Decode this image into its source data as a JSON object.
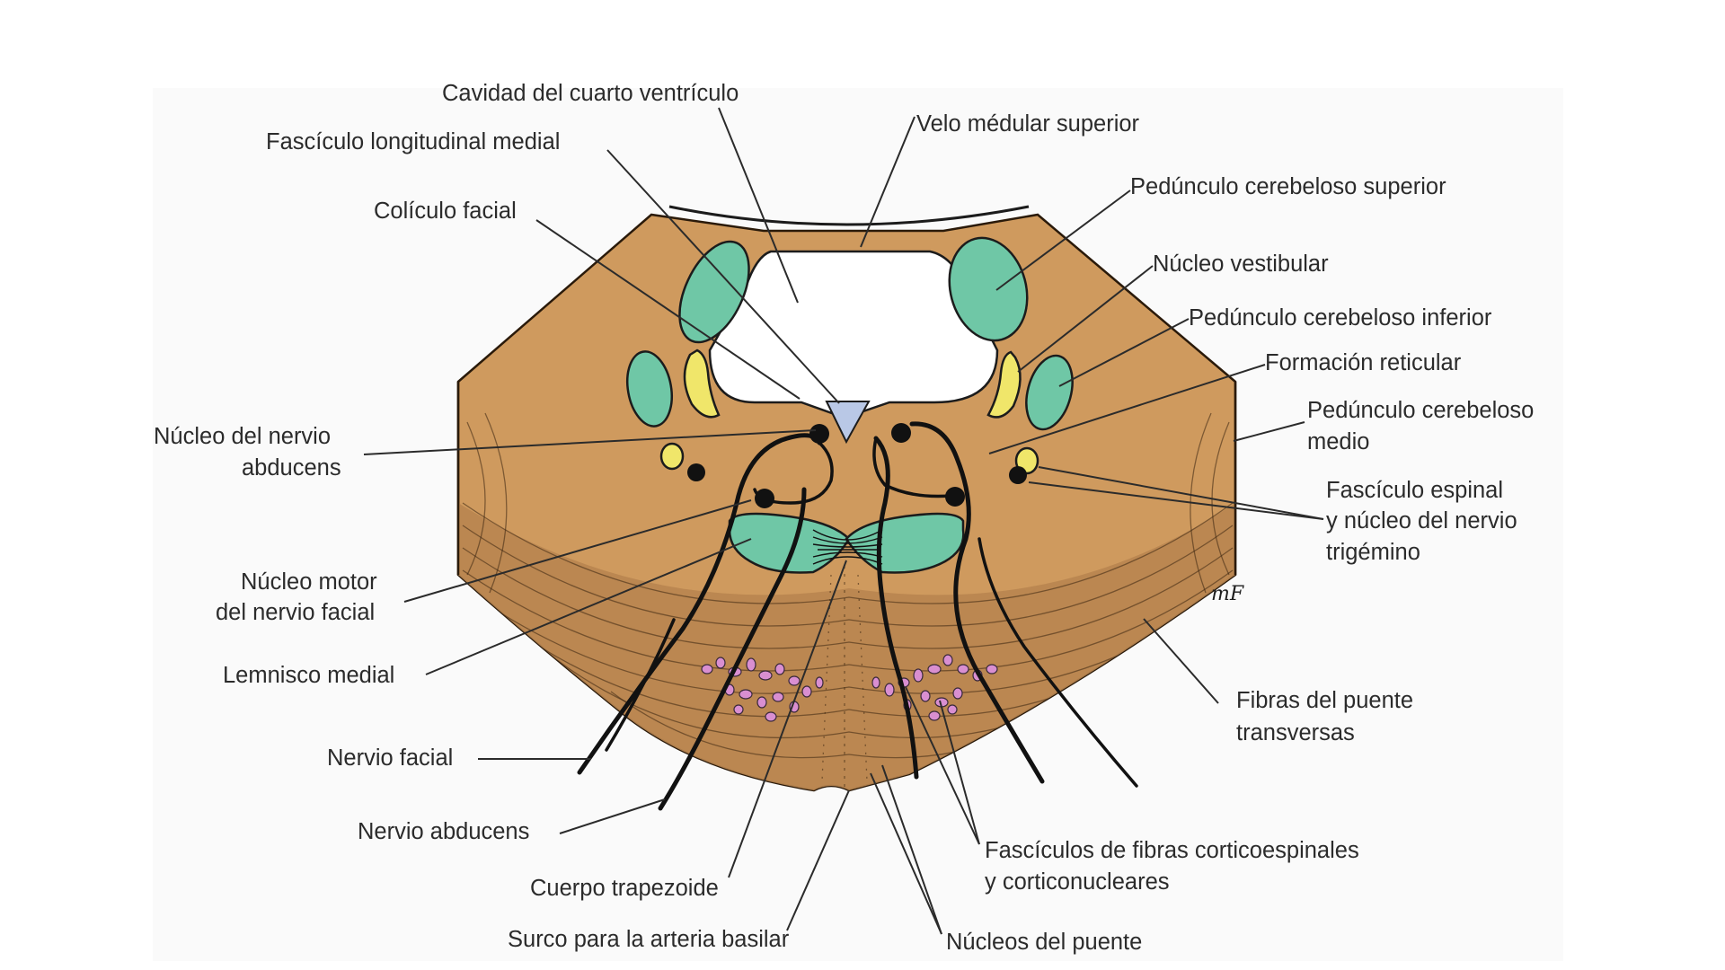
{
  "diagram": {
    "colors": {
      "background_panel": "#fafafa",
      "tissue": "#cf9a5e",
      "fibers": "#b88550",
      "nuclei_teal": "#6fc7a6",
      "nuclei_yellow": "#f0e66a",
      "pontine_nuclei_pink": "#d98fd1",
      "groove": "#b9c8e6"
    },
    "signature": "mF",
    "labels": {
      "cavidad": "Cavidad del cuarto ventrículo",
      "velo": "Velo médular superior",
      "fasciculo_long": "Fascículo longitudinal medial",
      "pedunculo_sup": "Pedúnculo cerebeloso superior",
      "coliculo": "Colículo facial",
      "nucleo_vest": "Núcleo vestibular",
      "pedunculo_inf": "Pedúnculo cerebeloso inferior",
      "formacion": "Formación reticular",
      "abducens_nuc_1": "Núcleo del nervio",
      "abducens_nuc_2": "abducens",
      "ped_medio_1": "Pedúnculo cerebeloso",
      "ped_medio_2": "medio",
      "espinal_1": "Fascículo espinal",
      "espinal_2": "y núcleo del nervio",
      "espinal_3": "trigémino",
      "motor_1": "Núcleo motor",
      "motor_2": "del nervio facial",
      "lemnisco": "Lemnisco medial",
      "fibras_1": "Fibras del puente",
      "fibras_2": "transversas",
      "facial": "Nervio facial",
      "abducens": "Nervio abducens",
      "cortico_1": "Fascículos de fibras corticoespinales",
      "cortico_2": "y corticonucleares",
      "trapezoide": "Cuerpo trapezoide",
      "surco": "Surco para la arteria basilar",
      "nucleos_puente": "Núcleos del puente"
    }
  }
}
